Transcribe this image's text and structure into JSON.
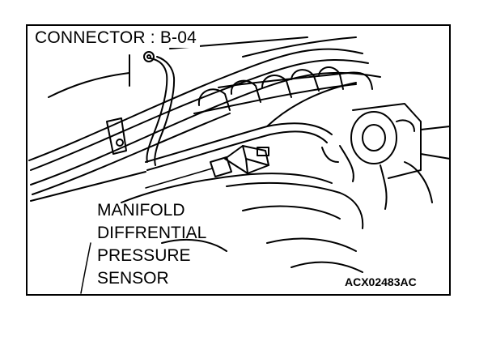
{
  "connector_label": "CONNECTOR : B-04",
  "component_label": {
    "lines": [
      "MANIFOLD",
      "DIFFRENTIAL",
      "PRESSURE",
      "SENSOR"
    ]
  },
  "figure_code": "ACX02483AC",
  "colors": {
    "ink": "#000000",
    "paper": "#ffffff"
  }
}
